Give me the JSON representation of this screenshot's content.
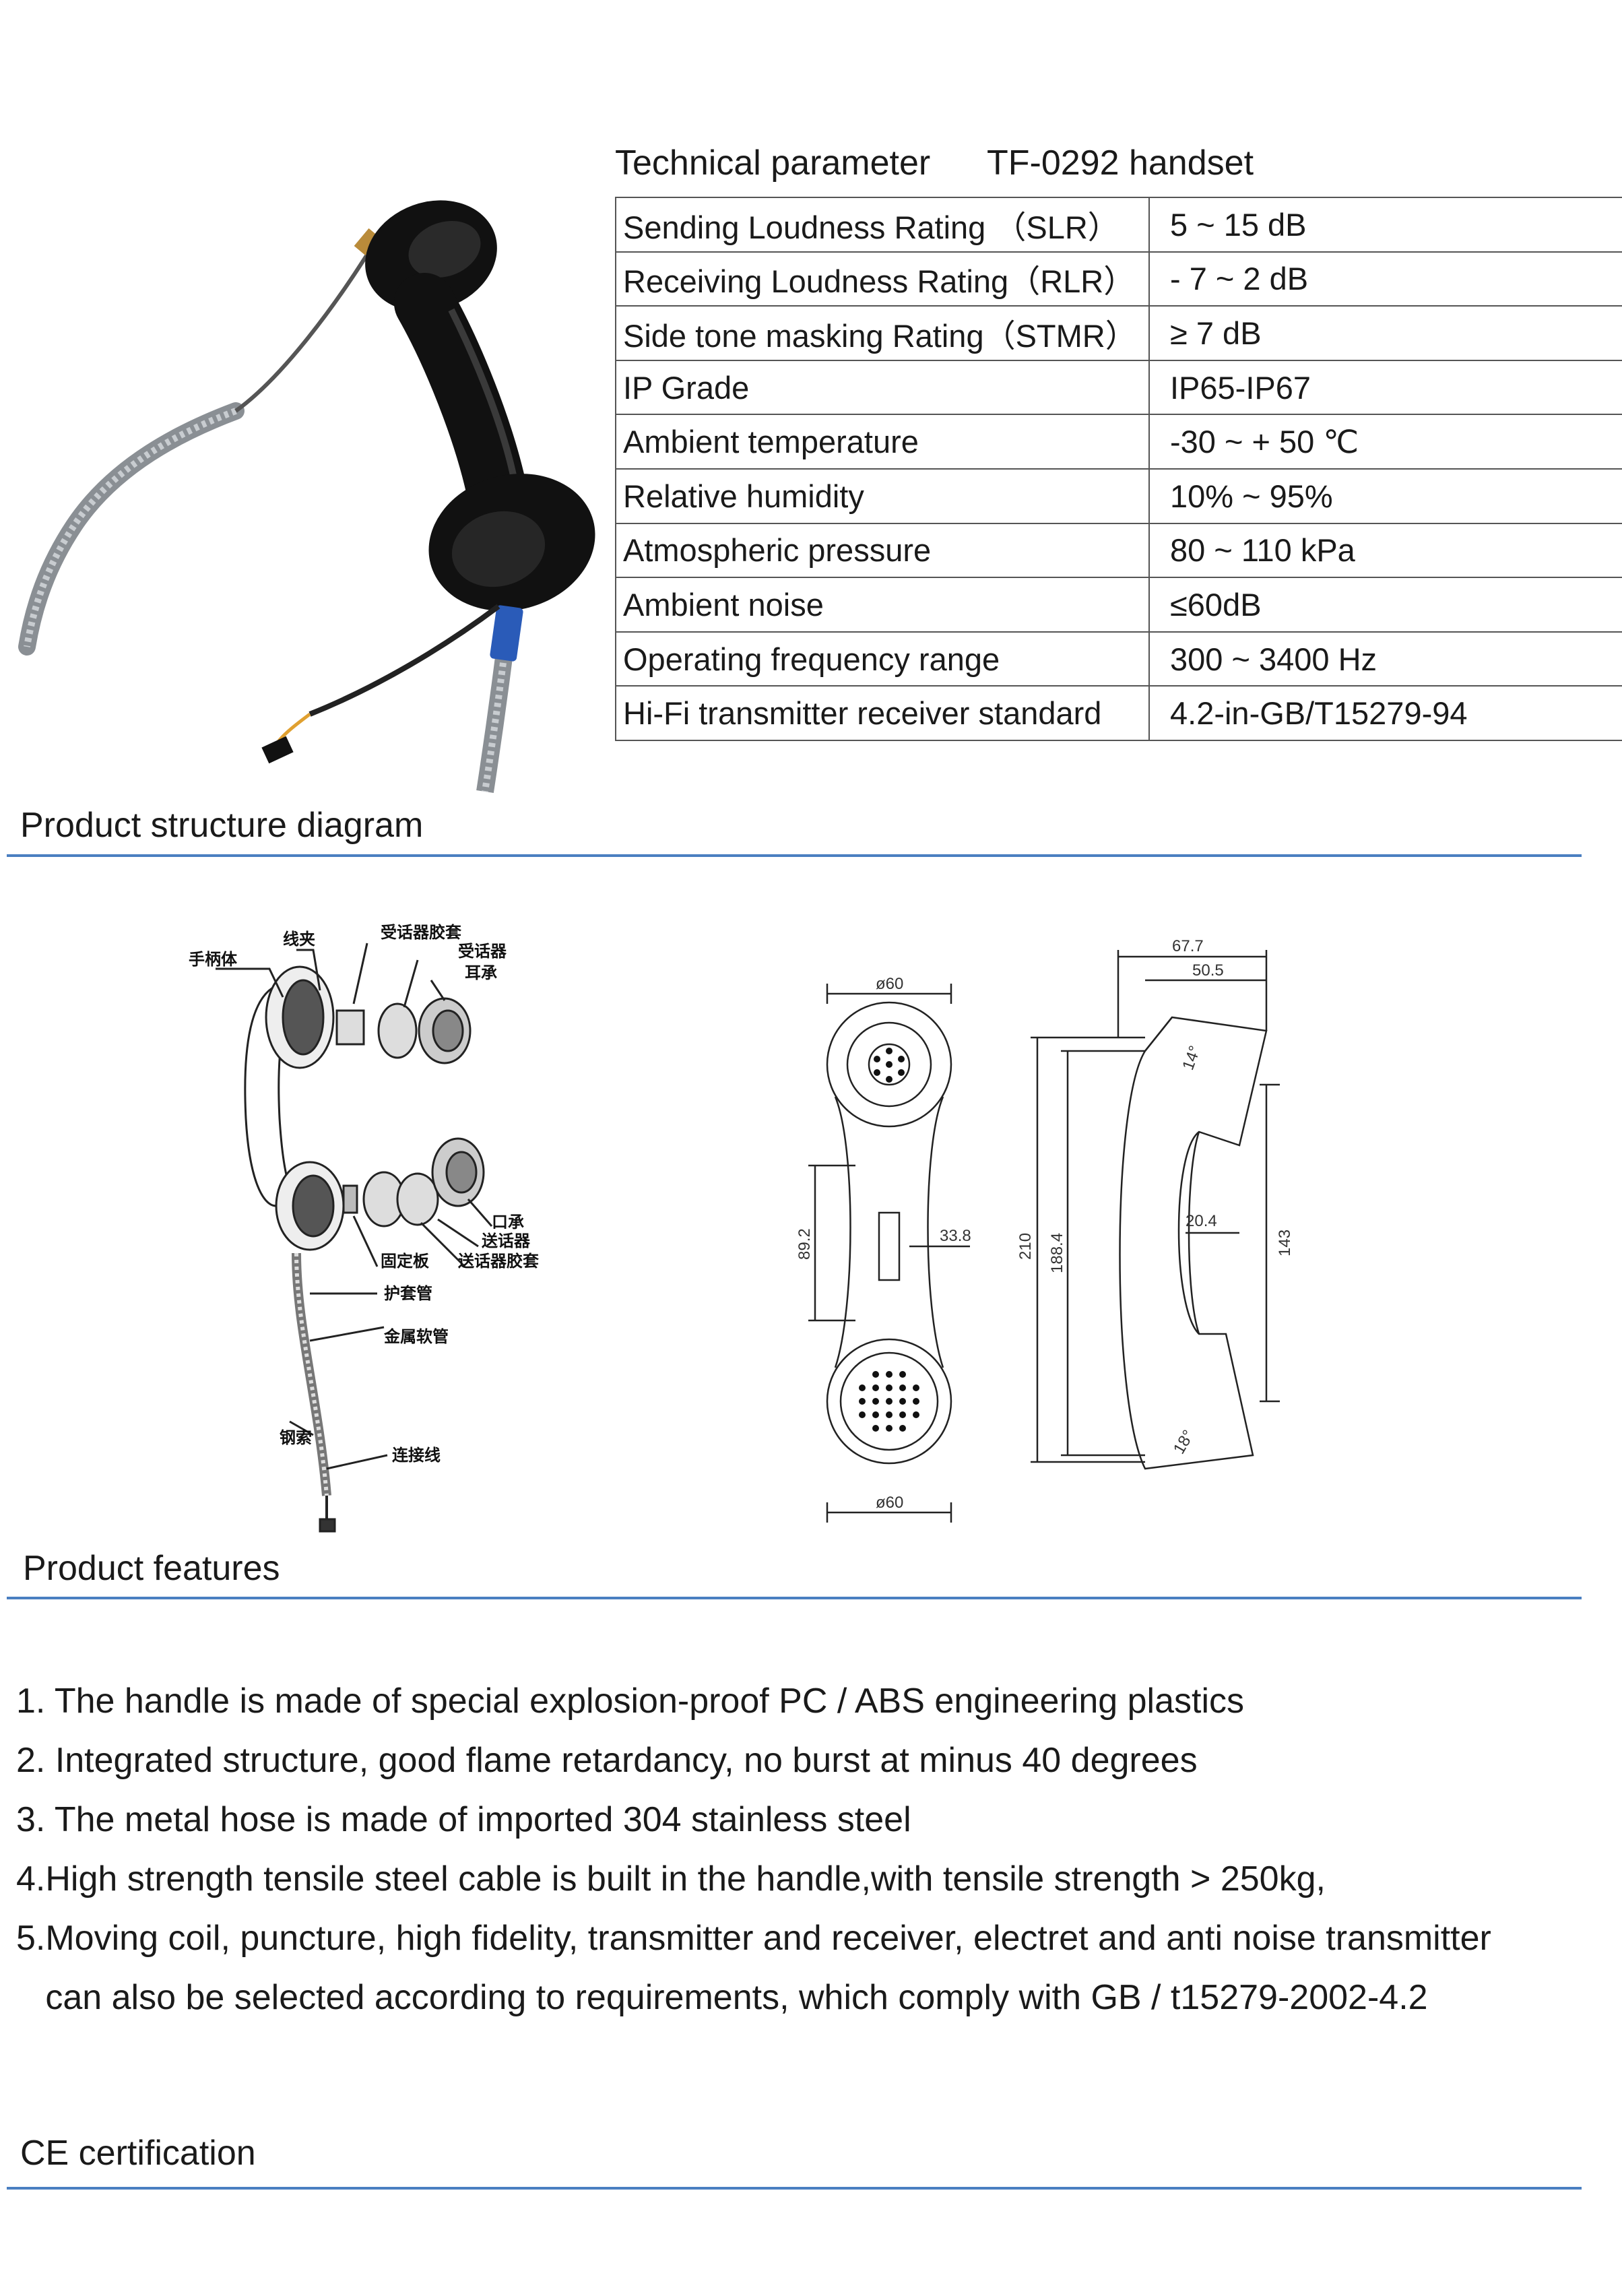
{
  "header": {
    "title": "Technical parameter",
    "model": "TF-0292 handset"
  },
  "spec_table": [
    {
      "param": "Sending Loudness Rating （SLR）",
      "value": "5 ~ 15 dB"
    },
    {
      "param": "Receiving Loudness Rating（RLR）",
      "value": "- 7 ~ 2 dB"
    },
    {
      "param": "Side tone masking  Rating（STMR）",
      "value": "≥  7 dB"
    },
    {
      "param": "IP Grade",
      "value": "IP65-IP67"
    },
    {
      "param": "Ambient temperature",
      "value": "-30 ~ + 50 ℃"
    },
    {
      "param": "Relative humidity",
      "value": "10% ~ 95%"
    },
    {
      "param": "Atmospheric pressure",
      "value": "80 ~ 110 kPa"
    },
    {
      "param": "Ambient noise",
      "value": "≤60dB"
    },
    {
      "param": "Operating frequency range",
      "value": "300 ~ 3400 Hz"
    },
    {
      "param": "Hi-Fi transmitter receiver standard",
      "value": "4.2-in-GB/T15279-94"
    }
  ],
  "sections": {
    "structure": "Product structure diagram",
    "features": "Product features",
    "ce": "CE certification"
  },
  "exploded_labels": {
    "body": "手柄体",
    "clip": "线夹",
    "receiver_rubber": "受话器胶套",
    "receiver": "受话器",
    "earpiece": "耳承",
    "mouthpiece": "口承",
    "transmitter": "送话器",
    "transmitter_rubber": "送话器胶套",
    "fixing_plate": "固定板",
    "guard_tube": "护套管",
    "metal_hose": "金属软管",
    "steel_cable": "钢索",
    "connector": "连接线"
  },
  "dimensions": {
    "top_dia": "ø60",
    "bottom_dia": "ø60",
    "grip_height": "89.2",
    "grip_width": "33.8",
    "total_length": "210",
    "inner_length": "188.4",
    "depth_total": "67.7",
    "depth_inner": "50.5",
    "neck_width": "20.4",
    "side_height": "143",
    "angle_top": "14°",
    "angle_bottom": "18°"
  },
  "features": [
    "1. The handle is made of special explosion-proof PC / ABS engineering plastics",
    "2. Integrated structure, good flame retardancy, no burst at minus 40 degrees",
    "3. The metal hose is made of imported 304 stainless steel",
    "4.High strength tensile steel cable is built in the handle,with tensile strength > 250kg,",
    "5.Moving coil, puncture, high fidelity, transmitter and receiver, electret and anti noise transmitter",
    "   can also be selected according to requirements, which comply with GB / t15279-2002-4.2"
  ]
}
